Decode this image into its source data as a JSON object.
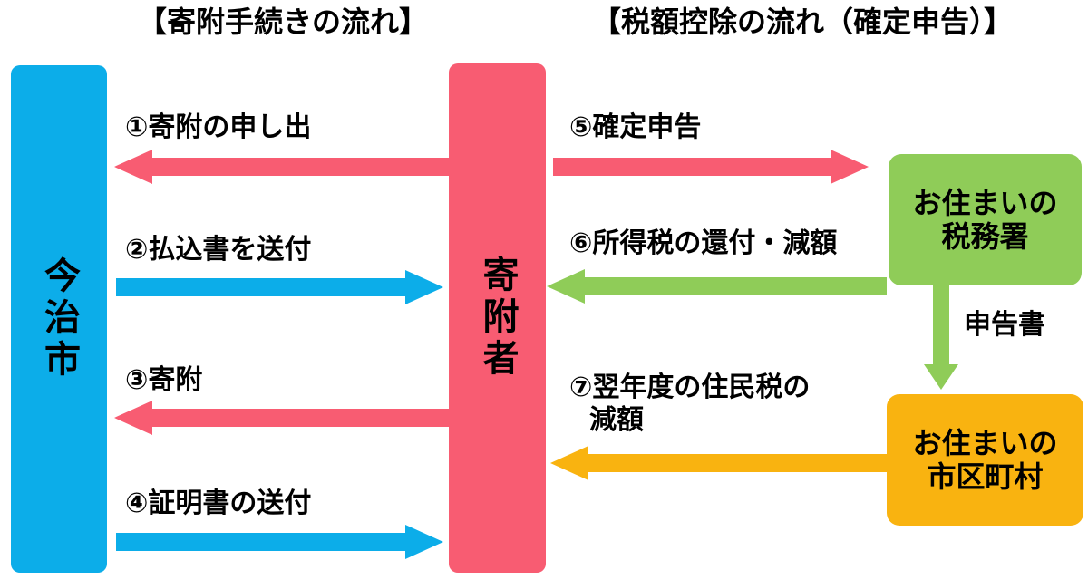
{
  "titles": {
    "left": "【寄附手続きの流れ】",
    "right": "【税額控除の流れ（確定申告）】"
  },
  "nodes": {
    "imabari": {
      "label": "今治市"
    },
    "donor": {
      "label": "寄附者"
    },
    "tax_office": {
      "line1": "お住まいの",
      "line2": "税務署"
    },
    "municipality": {
      "line1": "お住まいの",
      "line2": "市区町村"
    }
  },
  "flows": {
    "f1": {
      "label": "①寄附の申し出"
    },
    "f2": {
      "label": "②払込書を送付"
    },
    "f3": {
      "label": "③寄附"
    },
    "f4": {
      "label": "④証明書の送付"
    },
    "f5": {
      "label": "⑤確定申告"
    },
    "f6": {
      "label": "⑥所得税の還付・減額"
    },
    "f7": {
      "line1": "⑦翌年度の住民税の",
      "line2": "減額"
    },
    "report": {
      "label": "申告書"
    }
  },
  "colors": {
    "blue": "#0CADE9",
    "pink": "#F85C72",
    "green": "#8FCC58",
    "orange": "#F9B310",
    "text": "#000000",
    "background": "#FFFFFF"
  }
}
